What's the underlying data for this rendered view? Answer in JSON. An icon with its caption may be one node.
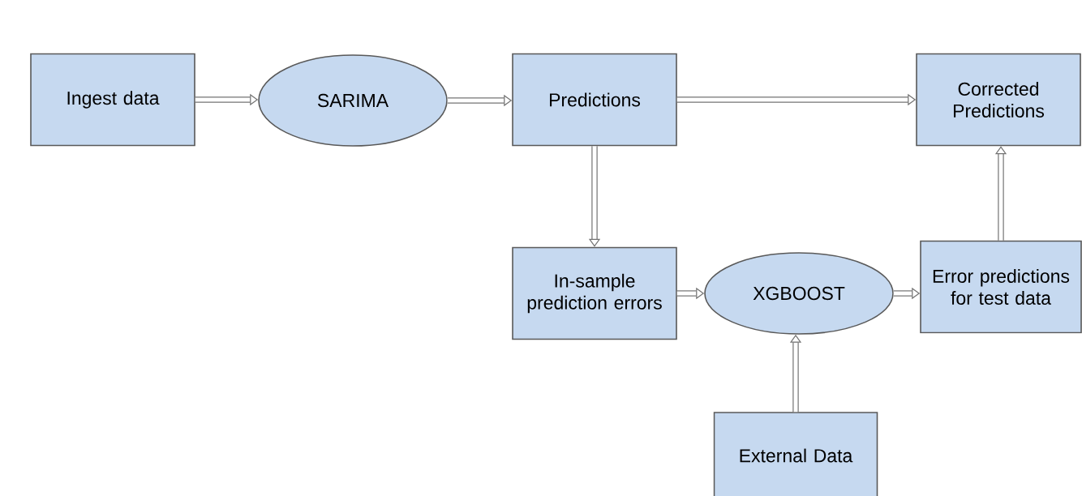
{
  "diagram": {
    "nodes": [
      {
        "text": [
          "Ingest data"
        ]
      },
      {
        "text": [
          "SARIMA"
        ]
      },
      {
        "text": [
          "Predictions"
        ]
      },
      {
        "text": [
          "Corrected Predictions"
        ]
      },
      {
        "text": [
          "In-sample prediction errors"
        ]
      },
      {
        "text": [
          "XGBOOST"
        ]
      },
      {
        "text": [
          "Error predictions for test data"
        ]
      },
      {
        "text": [
          "External Data"
        ]
      }
    ],
    "edges": [
      {
        "from": 0,
        "to": 1,
        "arrow": "to"
      },
      {
        "from": 1,
        "to": 2,
        "arrow": "to"
      },
      {
        "from": 2,
        "to": 3,
        "arrow": "to"
      },
      {
        "from": 2,
        "to": 4,
        "arrow": "to"
      },
      {
        "from": 4,
        "to": 5,
        "arrow": "to"
      },
      {
        "from": 5,
        "to": 6,
        "arrow": "to"
      },
      {
        "from": 6,
        "to": 3,
        "arrow": "to"
      },
      {
        "from": 7,
        "to": 5,
        "arrow": "to"
      }
    ]
  }
}
